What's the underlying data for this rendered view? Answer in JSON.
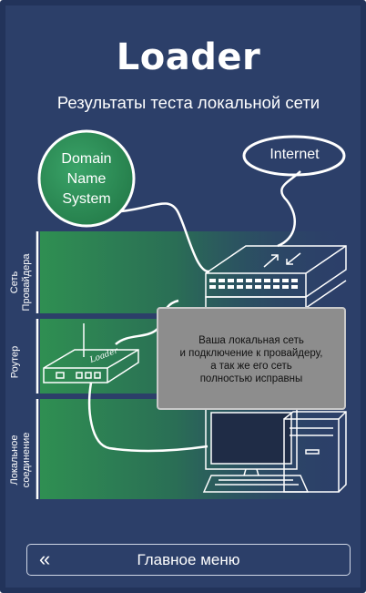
{
  "app": {
    "title": "Loader",
    "subtitle": "Результаты теста локальной сети"
  },
  "diagram": {
    "dns_label": "Domain\nName\nSystem",
    "internet_label": "Internet",
    "router_logo": "Loader",
    "rows": [
      {
        "label": "Сеть\nПровайдера"
      },
      {
        "label": "Роутер"
      },
      {
        "label": "Локальное\nсоединение"
      }
    ]
  },
  "dialog": {
    "message": "Ваша локальная сеть\nи подключение к провайдеру,\nа так же его сеть\nполностью исправны"
  },
  "footer": {
    "back_icon": "«",
    "menu_label": "Главное меню"
  },
  "colors": {
    "background": "#2c3f69",
    "band_green": "#2f8a50",
    "dialog_bg": "#8d8d8d"
  }
}
